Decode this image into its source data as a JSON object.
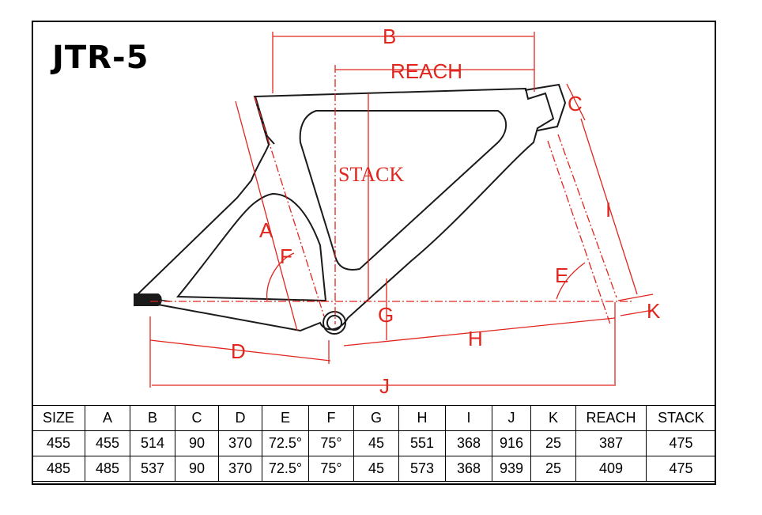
{
  "title": "JTR-5",
  "labels": {
    "B": "B",
    "REACH": "REACH",
    "C": "C",
    "STACK": "STACK",
    "I": "I",
    "A": "A",
    "F": "F",
    "E": "E",
    "G": "G",
    "K": "K",
    "H": "H",
    "D": "D",
    "J": "J"
  },
  "colors": {
    "dimension": "#e0261f",
    "frame": "#1a1a1a"
  },
  "table": {
    "headers": [
      "SIZE",
      "A",
      "B",
      "C",
      "D",
      "E",
      "F",
      "G",
      "H",
      "I",
      "J",
      "K",
      "REACH",
      "STACK"
    ],
    "rows": [
      [
        "455",
        "455",
        "514",
        "90",
        "370",
        "72.5°",
        "75°",
        "45",
        "551",
        "368",
        "916",
        "25",
        "387",
        "475"
      ],
      [
        "485",
        "485",
        "537",
        "90",
        "370",
        "72.5°",
        "75°",
        "45",
        "573",
        "368",
        "939",
        "25",
        "409",
        "475"
      ]
    ]
  }
}
